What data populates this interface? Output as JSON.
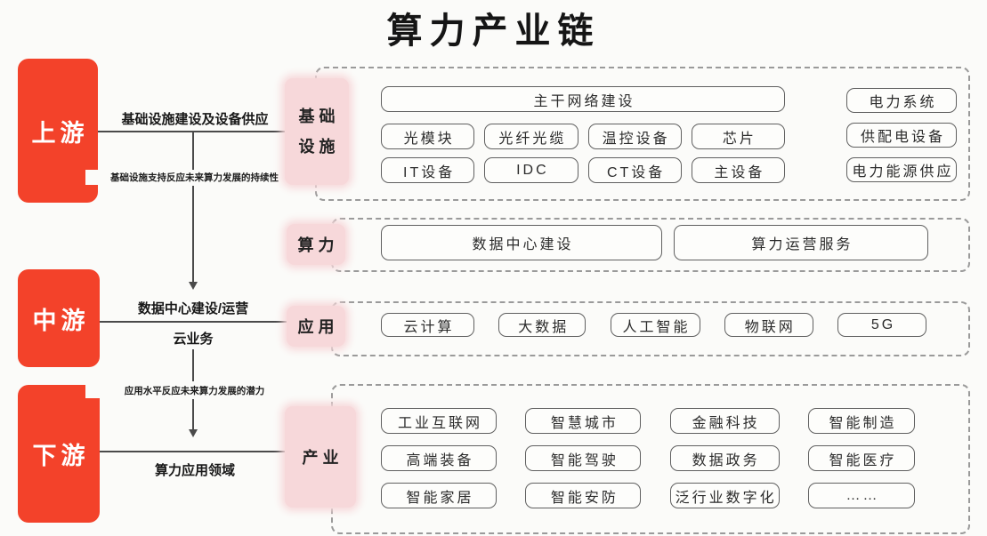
{
  "title": "算力产业链",
  "stages": {
    "upstream": "上游",
    "midstream": "中游",
    "downstream": "下游"
  },
  "connectors": {
    "upstream_link_label": "基础设施建设及设备供应",
    "upstream_note": "基础设施支持反应未来算力发展的持续性",
    "midstream_link_label_top": "数据中心建设/运营",
    "midstream_link_label_bottom": "云业务",
    "downstream_note": "应用水平反应未来算力发展的潜力",
    "downstream_link_label": "算力应用领域"
  },
  "sections": {
    "infrastructure": {
      "label_line1": "基础",
      "label_line2": "设施",
      "wide_item": "主干网络建设",
      "grid_rows": [
        [
          "光模块",
          "光纤光缆",
          "温控设备",
          "芯片"
        ],
        [
          "IT设备",
          "IDC",
          "CT设备",
          "主设备"
        ]
      ],
      "side_items": [
        "电力系统",
        "供配电设备",
        "电力能源供应"
      ]
    },
    "computing": {
      "label": "算力",
      "items": [
        "数据中心建设",
        "算力运营服务"
      ]
    },
    "application": {
      "label": "应用",
      "items": [
        "云计算",
        "大数据",
        "人工智能",
        "物联网",
        "5G"
      ]
    },
    "industry": {
      "label": "产业",
      "rows": [
        [
          "工业互联网",
          "智慧城市",
          "金融科技",
          "智能制造"
        ],
        [
          "高端装备",
          "智能驾驶",
          "数据政务",
          "智能医疗"
        ],
        [
          "智能家居",
          "智能安防",
          "泛行业数字化",
          "……"
        ]
      ]
    }
  },
  "colors": {
    "stage_red": "#F3422A",
    "label_pink": "#F7D8DA",
    "line_gray": "#4A4A4A",
    "pill_border": "#606060",
    "dashed_border": "#9A9A9A",
    "background": "#FBFBF9"
  }
}
